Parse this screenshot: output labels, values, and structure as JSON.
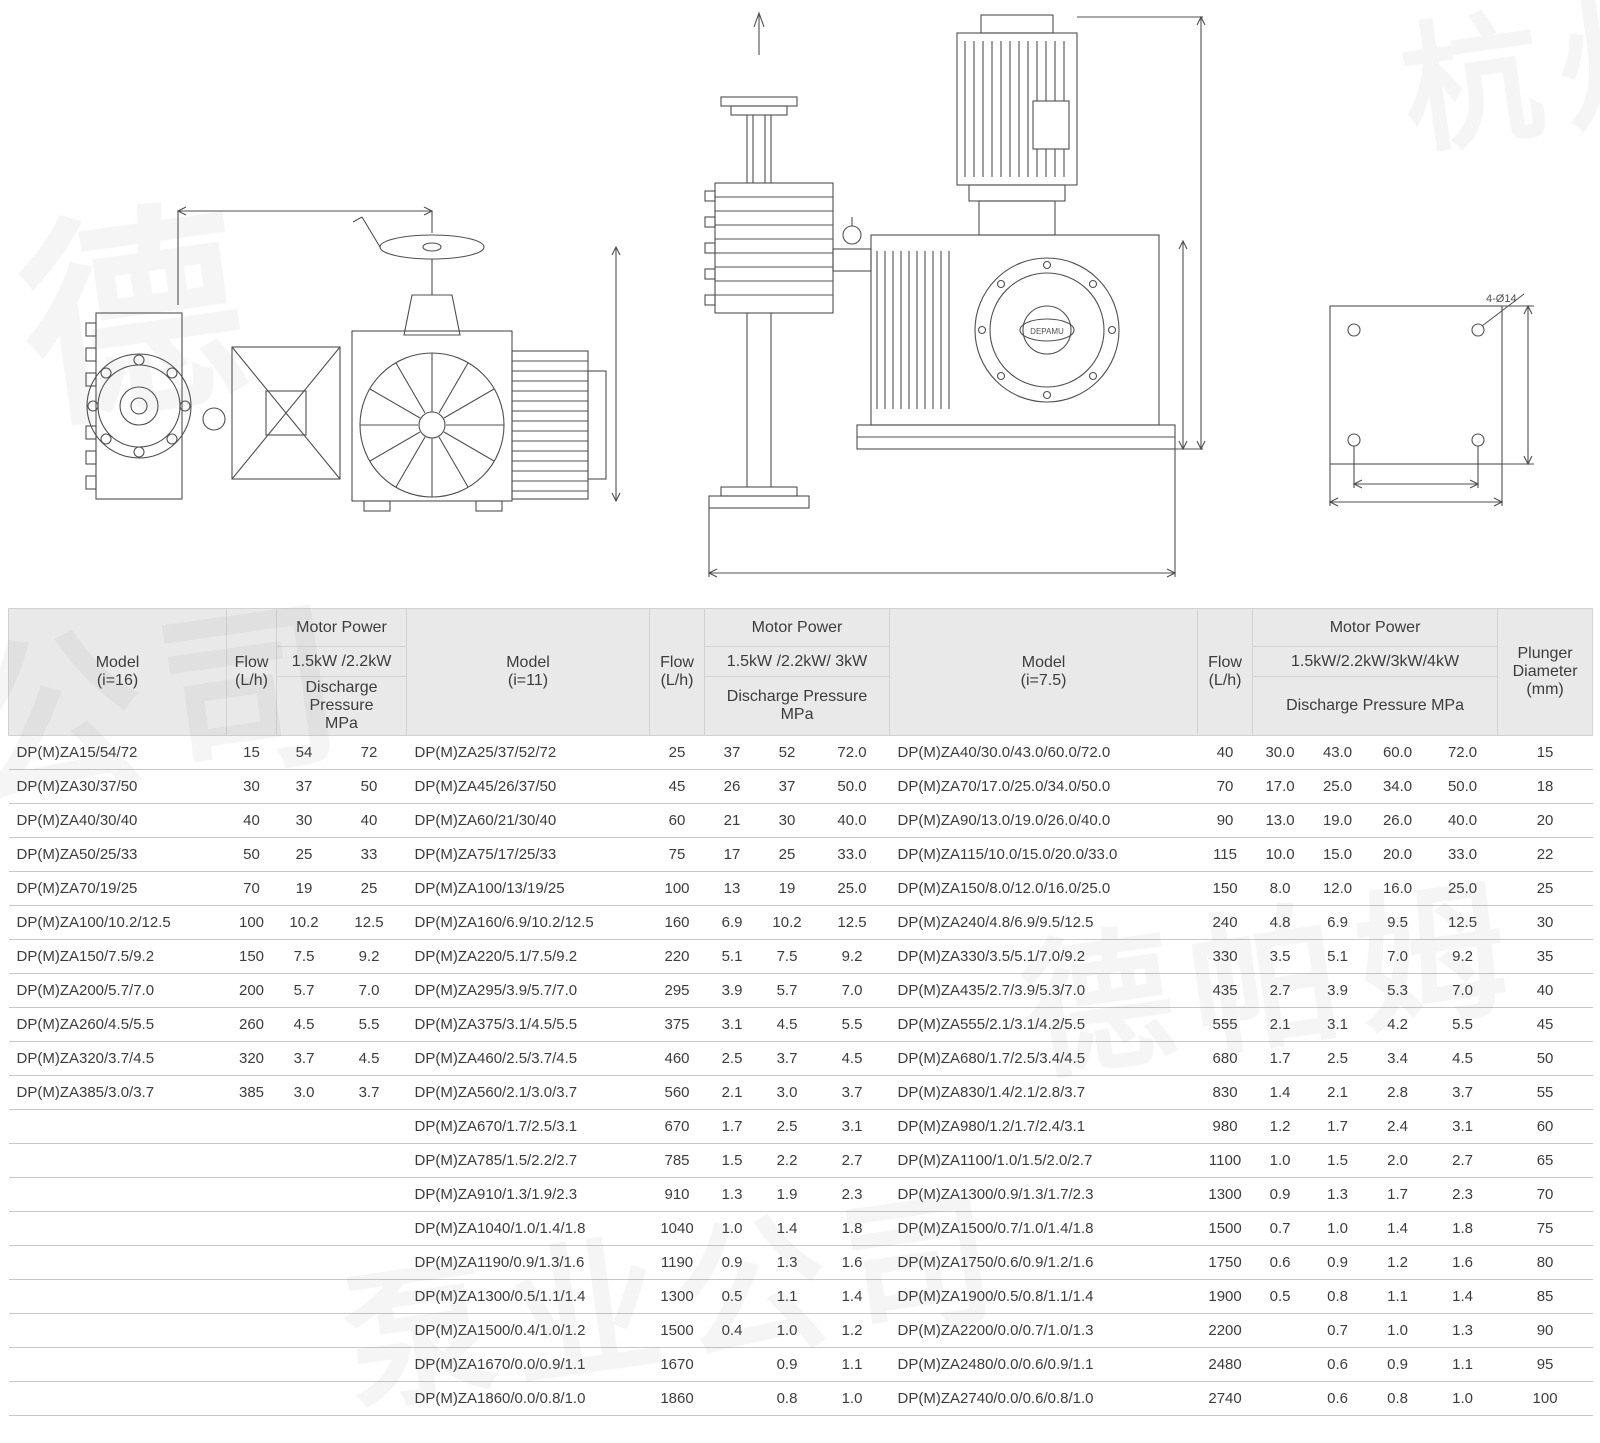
{
  "page": {
    "background": "#ffffff",
    "text_color": "#3c3c3c",
    "header_bg": "#e9e9e9",
    "row_line_color": "#c7c7c7",
    "drawing_stroke": "#4f4f4f"
  },
  "drawings": {
    "brand_label": "DEPAMU",
    "hole_note": "4-Ø14"
  },
  "watermark": {
    "items": [
      "德",
      "公司",
      "德帕姆",
      "泵业公司",
      "杭州"
    ]
  },
  "table": {
    "plunger": {
      "line1": "Plunger",
      "line2": "Diameter",
      "line3": "(mm)"
    },
    "groups": [
      {
        "model_label": "Model",
        "ratio_label": "(i=16)",
        "flow_label": "Flow",
        "flow_unit": "(L/h)",
        "motor_power_label": "Motor Power",
        "power_levels": "1.5kW /2.2kW",
        "pressure_label": "Discharge Pressure",
        "pressure_unit": "MPa",
        "pressure_cols": 2,
        "rows": [
          {
            "model": "DP(M)ZA15/54/72",
            "flow": "15",
            "p": [
              "54",
              "72"
            ]
          },
          {
            "model": "DP(M)ZA30/37/50",
            "flow": "30",
            "p": [
              "37",
              "50"
            ]
          },
          {
            "model": "DP(M)ZA40/30/40",
            "flow": "40",
            "p": [
              "30",
              "40"
            ]
          },
          {
            "model": "DP(M)ZA50/25/33",
            "flow": "50",
            "p": [
              "25",
              "33"
            ]
          },
          {
            "model": "DP(M)ZA70/19/25",
            "flow": "70",
            "p": [
              "19",
              "25"
            ]
          },
          {
            "model": "DP(M)ZA100/10.2/12.5",
            "flow": "100",
            "p": [
              "10.2",
              "12.5"
            ]
          },
          {
            "model": "DP(M)ZA150/7.5/9.2",
            "flow": "150",
            "p": [
              "7.5",
              "9.2"
            ]
          },
          {
            "model": "DP(M)ZA200/5.7/7.0",
            "flow": "200",
            "p": [
              "5.7",
              "7.0"
            ]
          },
          {
            "model": "DP(M)ZA260/4.5/5.5",
            "flow": "260",
            "p": [
              "4.5",
              "5.5"
            ]
          },
          {
            "model": "DP(M)ZA320/3.7/4.5",
            "flow": "320",
            "p": [
              "3.7",
              "4.5"
            ]
          },
          {
            "model": "DP(M)ZA385/3.0/3.7",
            "flow": "385",
            "p": [
              "3.0",
              "3.7"
            ]
          }
        ]
      },
      {
        "model_label": "Model",
        "ratio_label": "(i=11)",
        "flow_label": "Flow",
        "flow_unit": "(L/h)",
        "motor_power_label": "Motor Power",
        "power_levels": "1.5kW /2.2kW/ 3kW",
        "pressure_label": "Discharge Pressure",
        "pressure_unit": "MPa",
        "pressure_cols": 3,
        "rows": [
          {
            "model": "DP(M)ZA25/37/52/72",
            "flow": "25",
            "p": [
              "37",
              "52",
              "72.0"
            ]
          },
          {
            "model": "DP(M)ZA45/26/37/50",
            "flow": "45",
            "p": [
              "26",
              "37",
              "50.0"
            ]
          },
          {
            "model": "DP(M)ZA60/21/30/40",
            "flow": "60",
            "p": [
              "21",
              "30",
              "40.0"
            ]
          },
          {
            "model": "DP(M)ZA75/17/25/33",
            "flow": "75",
            "p": [
              "17",
              "25",
              "33.0"
            ]
          },
          {
            "model": "DP(M)ZA100/13/19/25",
            "flow": "100",
            "p": [
              "13",
              "19",
              "25.0"
            ]
          },
          {
            "model": "DP(M)ZA160/6.9/10.2/12.5",
            "flow": "160",
            "p": [
              "6.9",
              "10.2",
              "12.5"
            ]
          },
          {
            "model": "DP(M)ZA220/5.1/7.5/9.2",
            "flow": "220",
            "p": [
              "5.1",
              "7.5",
              "9.2"
            ]
          },
          {
            "model": "DP(M)ZA295/3.9/5.7/7.0",
            "flow": "295",
            "p": [
              "3.9",
              "5.7",
              "7.0"
            ]
          },
          {
            "model": "DP(M)ZA375/3.1/4.5/5.5",
            "flow": "375",
            "p": [
              "3.1",
              "4.5",
              "5.5"
            ]
          },
          {
            "model": "DP(M)ZA460/2.5/3.7/4.5",
            "flow": "460",
            "p": [
              "2.5",
              "3.7",
              "4.5"
            ]
          },
          {
            "model": "DP(M)ZA560/2.1/3.0/3.7",
            "flow": "560",
            "p": [
              "2.1",
              "3.0",
              "3.7"
            ]
          },
          {
            "model": "DP(M)ZA670/1.7/2.5/3.1",
            "flow": "670",
            "p": [
              "1.7",
              "2.5",
              "3.1"
            ]
          },
          {
            "model": "DP(M)ZA785/1.5/2.2/2.7",
            "flow": "785",
            "p": [
              "1.5",
              "2.2",
              "2.7"
            ]
          },
          {
            "model": "DP(M)ZA910/1.3/1.9/2.3",
            "flow": "910",
            "p": [
              "1.3",
              "1.9",
              "2.3"
            ]
          },
          {
            "model": "DP(M)ZA1040/1.0/1.4/1.8",
            "flow": "1040",
            "p": [
              "1.0",
              "1.4",
              "1.8"
            ]
          },
          {
            "model": "DP(M)ZA1190/0.9/1.3/1.6",
            "flow": "1190",
            "p": [
              "0.9",
              "1.3",
              "1.6"
            ]
          },
          {
            "model": "DP(M)ZA1300/0.5/1.1/1.4",
            "flow": "1300",
            "p": [
              "0.5",
              "1.1",
              "1.4"
            ]
          },
          {
            "model": "DP(M)ZA1500/0.4/1.0/1.2",
            "flow": "1500",
            "p": [
              "0.4",
              "1.0",
              "1.2"
            ]
          },
          {
            "model": "DP(M)ZA1670/0.0/0.9/1.1",
            "flow": "1670",
            "p": [
              "",
              "0.9",
              "1.1"
            ]
          },
          {
            "model": "DP(M)ZA1860/0.0/0.8/1.0",
            "flow": "1860",
            "p": [
              "",
              "0.8",
              "1.0"
            ]
          }
        ]
      },
      {
        "model_label": "Model",
        "ratio_label": "(i=7.5)",
        "flow_label": "Flow",
        "flow_unit": "(L/h)",
        "motor_power_label": "Motor Power",
        "power_levels": "1.5kW/2.2kW/3kW/4kW",
        "pressure_label": "Discharge Pressure",
        "pressure_unit": "MPa",
        "pressure_cols": 4,
        "rows": [
          {
            "model": "DP(M)ZA40/30.0/43.0/60.0/72.0",
            "flow": "40",
            "p": [
              "30.0",
              "43.0",
              "60.0",
              "72.0"
            ],
            "d": "15"
          },
          {
            "model": "DP(M)ZA70/17.0/25.0/34.0/50.0",
            "flow": "70",
            "p": [
              "17.0",
              "25.0",
              "34.0",
              "50.0"
            ],
            "d": "18"
          },
          {
            "model": "DP(M)ZA90/13.0/19.0/26.0/40.0",
            "flow": "90",
            "p": [
              "13.0",
              "19.0",
              "26.0",
              "40.0"
            ],
            "d": "20"
          },
          {
            "model": "DP(M)ZA115/10.0/15.0/20.0/33.0",
            "flow": "115",
            "p": [
              "10.0",
              "15.0",
              "20.0",
              "33.0"
            ],
            "d": "22"
          },
          {
            "model": "DP(M)ZA150/8.0/12.0/16.0/25.0",
            "flow": "150",
            "p": [
              "8.0",
              "12.0",
              "16.0",
              "25.0"
            ],
            "d": "25"
          },
          {
            "model": "DP(M)ZA240/4.8/6.9/9.5/12.5",
            "flow": "240",
            "p": [
              "4.8",
              "6.9",
              "9.5",
              "12.5"
            ],
            "d": "30"
          },
          {
            "model": "DP(M)ZA330/3.5/5.1/7.0/9.2",
            "flow": "330",
            "p": [
              "3.5",
              "5.1",
              "7.0",
              "9.2"
            ],
            "d": "35"
          },
          {
            "model": "DP(M)ZA435/2.7/3.9/5.3/7.0",
            "flow": "435",
            "p": [
              "2.7",
              "3.9",
              "5.3",
              "7.0"
            ],
            "d": "40"
          },
          {
            "model": "DP(M)ZA555/2.1/3.1/4.2/5.5",
            "flow": "555",
            "p": [
              "2.1",
              "3.1",
              "4.2",
              "5.5"
            ],
            "d": "45"
          },
          {
            "model": "DP(M)ZA680/1.7/2.5/3.4/4.5",
            "flow": "680",
            "p": [
              "1.7",
              "2.5",
              "3.4",
              "4.5"
            ],
            "d": "50"
          },
          {
            "model": "DP(M)ZA830/1.4/2.1/2.8/3.7",
            "flow": "830",
            "p": [
              "1.4",
              "2.1",
              "2.8",
              "3.7"
            ],
            "d": "55"
          },
          {
            "model": "DP(M)ZA980/1.2/1.7/2.4/3.1",
            "flow": "980",
            "p": [
              "1.2",
              "1.7",
              "2.4",
              "3.1"
            ],
            "d": "60"
          },
          {
            "model": "DP(M)ZA1100/1.0/1.5/2.0/2.7",
            "flow": "1100",
            "p": [
              "1.0",
              "1.5",
              "2.0",
              "2.7"
            ],
            "d": "65"
          },
          {
            "model": "DP(M)ZA1300/0.9/1.3/1.7/2.3",
            "flow": "1300",
            "p": [
              "0.9",
              "1.3",
              "1.7",
              "2.3"
            ],
            "d": "70"
          },
          {
            "model": "DP(M)ZA1500/0.7/1.0/1.4/1.8",
            "flow": "1500",
            "p": [
              "0.7",
              "1.0",
              "1.4",
              "1.8"
            ],
            "d": "75"
          },
          {
            "model": "DP(M)ZA1750/0.6/0.9/1.2/1.6",
            "flow": "1750",
            "p": [
              "0.6",
              "0.9",
              "1.2",
              "1.6"
            ],
            "d": "80"
          },
          {
            "model": "DP(M)ZA1900/0.5/0.8/1.1/1.4",
            "flow": "1900",
            "p": [
              "0.5",
              "0.8",
              "1.1",
              "1.4"
            ],
            "d": "85"
          },
          {
            "model": "DP(M)ZA2200/0.0/0.7/1.0/1.3",
            "flow": "2200",
            "p": [
              "",
              "0.7",
              "1.0",
              "1.3"
            ],
            "d": "90"
          },
          {
            "model": "DP(M)ZA2480/0.0/0.6/0.9/1.1",
            "flow": "2480",
            "p": [
              "",
              "0.6",
              "0.9",
              "1.1"
            ],
            "d": "95"
          },
          {
            "model": "DP(M)ZA2740/0.0/0.6/0.8/1.0",
            "flow": "2740",
            "p": [
              "",
              "0.6",
              "0.8",
              "1.0"
            ],
            "d": "100"
          }
        ]
      }
    ]
  }
}
